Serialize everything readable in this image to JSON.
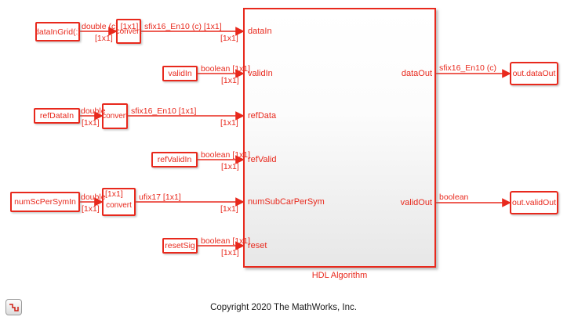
{
  "diagram": {
    "colors": {
      "accent": "#e8291d",
      "hdl_fill_bottom": "#e7e7e7"
    },
    "copyright": "Copyright 2020 The MathWorks, Inc.",
    "source_blocks": [
      {
        "label": "dataInGrid(:)"
      },
      {
        "label": "validIn"
      },
      {
        "label": "refDataIn"
      },
      {
        "label": "refValidIn"
      },
      {
        "label": "numScPerSymIn"
      },
      {
        "label": "resetSig"
      }
    ],
    "convert_blocks": [
      {
        "label": "convert"
      },
      {
        "label": "convert"
      },
      {
        "label": "convert"
      }
    ],
    "hdl_block": {
      "name": "HDL Algorithm",
      "input_ports": [
        "dataIn",
        "validIn",
        "refData",
        "refValid",
        "numSubCarPerSym",
        "reset"
      ],
      "output_ports": [
        "dataOut",
        "validOut"
      ]
    },
    "sink_blocks": [
      {
        "label": "out.dataOut"
      },
      {
        "label": "out.validOut"
      }
    ],
    "wire_labels": {
      "r1_type": "double (c) [1x1]",
      "r1_dim": "[1x1]",
      "r1_type2": "sfix16_En10 (c) [1x1]",
      "r1_dim2": "[1x1]",
      "r2_type": "boolean [1x1]",
      "r2_dim": "[1x1]",
      "r3_type": "double",
      "r3_dim": "[1x1]",
      "r3_type2": "sfix16_En10 [1x1]",
      "r3_dim2": "[1x1]",
      "r4_type": "boolean [1x1]",
      "r4_dim": "[1x1]",
      "r5_type": "double",
      "r5_dim": "[1x1]",
      "r5_conv_dim": "[1x1]",
      "r5_type2": "ufix17 [1x1]",
      "r5_dim2": "[1x1]",
      "r6_type": "boolean [1x1]",
      "r6_dim": "[1x1]",
      "out1_type": "sfix16_En10 (c)",
      "out2_type": "boolean"
    }
  }
}
